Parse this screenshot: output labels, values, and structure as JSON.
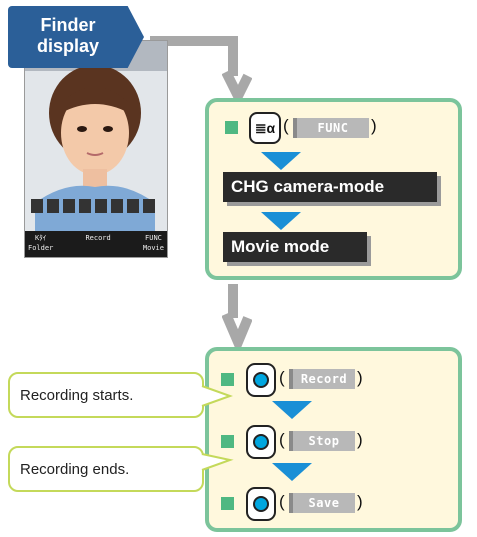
{
  "finder": {
    "line1": "Finder",
    "line2": "display"
  },
  "phone": {
    "softkeys": [
      {
        "top": "Kﾀｲ",
        "bottom": "Folder"
      },
      {
        "top": "",
        "bottom": "Record"
      },
      {
        "top": "FUNC",
        "bottom": "Movie"
      }
    ]
  },
  "panel1": {
    "func_key_icon": "≣α",
    "func_label": "FUNC",
    "paren_open": "(",
    "paren_close": ")",
    "menu1": "CHG camera-mode",
    "menu2": "Movie mode"
  },
  "panel2": {
    "steps": [
      {
        "label": "Record"
      },
      {
        "label": "Stop"
      },
      {
        "label": "Save"
      }
    ],
    "paren_open": "(",
    "paren_close": ")"
  },
  "callouts": {
    "start": "Recording starts.",
    "end": "Recording ends."
  },
  "colors": {
    "finder_blue": "#2b5f98",
    "panel_bg": "#fff8dd",
    "panel_border": "#7cc49b",
    "arrow_blue": "#1a8fd6",
    "center_key_blue": "#00a6df",
    "callout_border": "#c4d95a"
  }
}
